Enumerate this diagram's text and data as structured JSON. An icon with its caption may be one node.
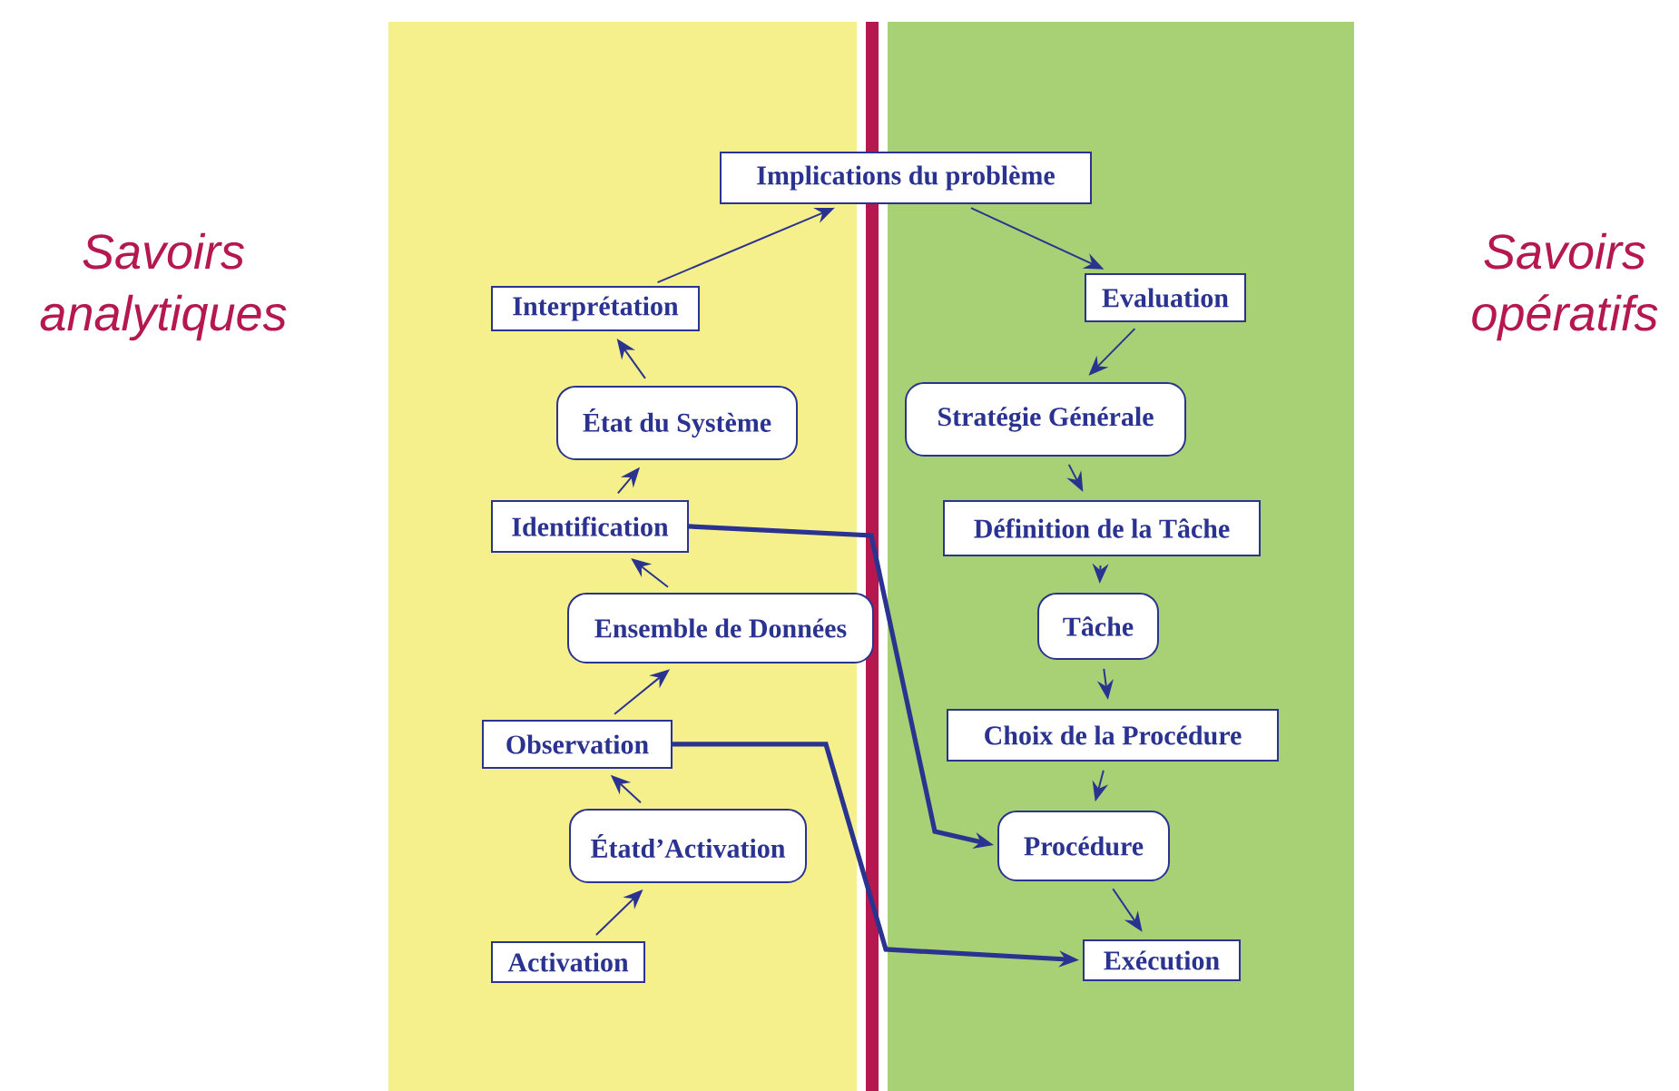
{
  "diagram": {
    "nodes": [
      {
        "text": [
          "Activation"
        ]
      },
      {
        "text": [
          "Étatd’Activation"
        ]
      },
      {
        "text": [
          "Observation"
        ]
      },
      {
        "text": [
          "Ensemble de Données"
        ]
      },
      {
        "text": [
          "Identification"
        ]
      },
      {
        "text": [
          "État du Système"
        ]
      },
      {
        "text": [
          "Interprétation"
        ]
      },
      {
        "text": [
          "Implications du problème"
        ]
      },
      {
        "text": [
          "Evaluation"
        ]
      },
      {
        "text": [
          "Stratégie Générale"
        ]
      },
      {
        "text": [
          "Définition de la Tâche"
        ]
      },
      {
        "text": [
          "Tâche"
        ]
      },
      {
        "text": [
          "Choix de la Procédure"
        ]
      },
      {
        "text": [
          "Procédure"
        ]
      },
      {
        "text": [
          "Exécution"
        ]
      }
    ],
    "edges": [
      {
        "from": 0,
        "to": 1,
        "arrow": "to"
      },
      {
        "from": 1,
        "to": 2,
        "arrow": "to"
      },
      {
        "from": 2,
        "to": 3,
        "arrow": "to"
      },
      {
        "from": 3,
        "to": 4,
        "arrow": "to"
      },
      {
        "from": 4,
        "to": 5,
        "arrow": "to"
      },
      {
        "from": 5,
        "to": 6,
        "arrow": "to"
      },
      {
        "from": 6,
        "to": 7,
        "arrow": "to"
      },
      {
        "from": 7,
        "to": 8,
        "arrow": "to"
      },
      {
        "from": 8,
        "to": 9,
        "arrow": "to"
      },
      {
        "from": 9,
        "to": 10,
        "arrow": "to"
      },
      {
        "from": 10,
        "to": 11,
        "arrow": "to"
      },
      {
        "from": 11,
        "to": 12,
        "arrow": "to"
      },
      {
        "from": 12,
        "to": 13,
        "arrow": "to"
      },
      {
        "from": 13,
        "to": 14,
        "arrow": "to"
      },
      {
        "from": 4,
        "to": 13,
        "arrow": "to",
        "style": "thick"
      },
      {
        "from": 2,
        "to": 14,
        "arrow": "to",
        "style": "thick"
      }
    ],
    "labels": [
      "Savoirs analytiques",
      "Savoirs opératifs"
    ]
  }
}
